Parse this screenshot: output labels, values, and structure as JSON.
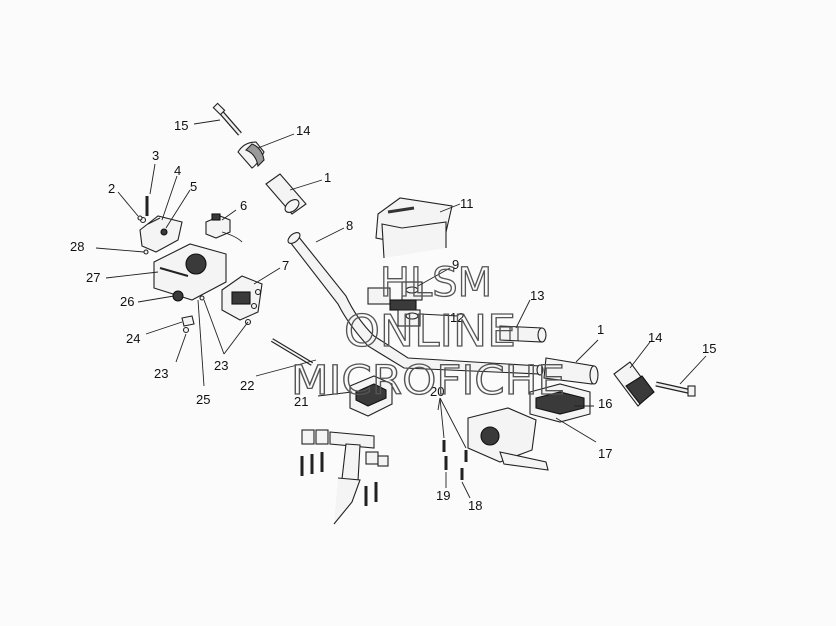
{
  "watermark": {
    "line1": "HLSM",
    "line2": "ONLINE",
    "line3": "MICROFICHE"
  },
  "callouts": [
    "1",
    "1",
    "2",
    "3",
    "4",
    "5",
    "6",
    "7",
    "8",
    "9",
    "11",
    "12",
    "13",
    "14",
    "14",
    "15",
    "15",
    "16",
    "17",
    "18",
    "19",
    "20",
    "21",
    "22",
    "23",
    "23",
    "24",
    "25",
    "26",
    "27",
    "28"
  ],
  "colors": {
    "line": "#222222",
    "dark_part": "#3a3a3a",
    "watermark": "#555555"
  }
}
